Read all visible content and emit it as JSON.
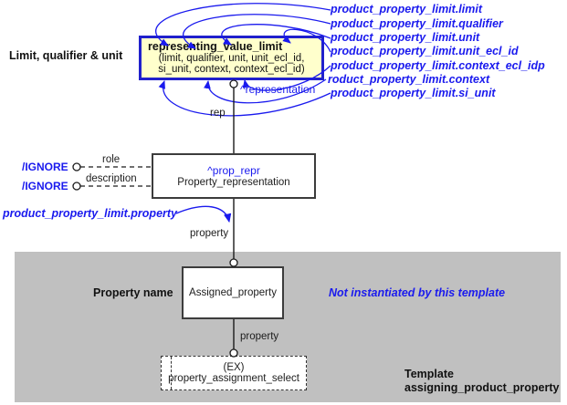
{
  "colors": {
    "accent_blue": "#1a1aee",
    "value_limit_border": "#2020cc",
    "value_limit_fill": "#ffffcc",
    "gray_region": "#c0c0c0"
  },
  "left_labels": {
    "section_label": "Limit, qualifier & unit",
    "ignore_upper": "/IGNORE",
    "ignore_lower": "/IGNORE",
    "property_name_label": "Property name"
  },
  "value_limit_box": {
    "title": "representing_value_limit",
    "params_line1": "(limit, qualifier, unit, unit_ecl_id,",
    "params_line2": "si_unit, context, context_ecl_id)",
    "anchor_label": "^representation"
  },
  "attribute_list": {
    "items": [
      "product_property_limit.limit",
      "product_property_limit.qualifier",
      "product_property_limit.unit",
      "product_property_limit.unit_ecl_id",
      "product_property_limit.context_ecl_idp",
      "roduct_property_limit.context",
      "product_property_limit.si_unit"
    ]
  },
  "connector_labels": {
    "rep": "rep",
    "role": "role",
    "description": "description",
    "property_upper": "property",
    "property_lower": "property"
  },
  "property_representation_box": {
    "ref_label": "^prop_repr",
    "name": "Property_representation"
  },
  "property_arrow_label": "product_property_limit.property",
  "gray_region": {
    "assigned_property_name": "Assigned_property",
    "not_instantiated_note": "Not instantiated by this template",
    "select_box_line1": "(EX)",
    "select_box_line2": "property_assignment_select",
    "template_caption_line1": "Template",
    "template_caption_line2": "assigning_product_property"
  }
}
